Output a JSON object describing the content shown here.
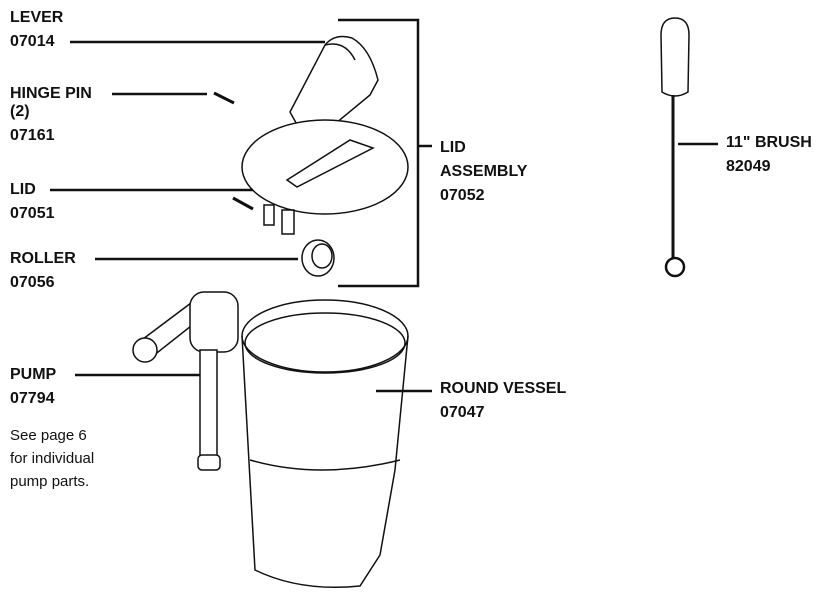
{
  "parts": {
    "lever": {
      "name": "LEVER",
      "number": "07014"
    },
    "hinge_pin": {
      "name": "HINGE PIN",
      "qty": "(2)",
      "number": "07161"
    },
    "lid": {
      "name": "LID",
      "number": "07051"
    },
    "roller": {
      "name": "ROLLER",
      "number": "07056"
    },
    "pump": {
      "name": "PUMP",
      "number": "07794"
    },
    "lid_assembly": {
      "name1": "LID",
      "name2": "ASSEMBLY",
      "number": "07052"
    },
    "round_vessel": {
      "name": "ROUND VESSEL",
      "number": "07047"
    },
    "brush": {
      "name": "11\" BRUSH",
      "number": "82049"
    }
  },
  "note": {
    "line1": "See page 6",
    "line2": "for individual",
    "line3": "pump parts."
  }
}
